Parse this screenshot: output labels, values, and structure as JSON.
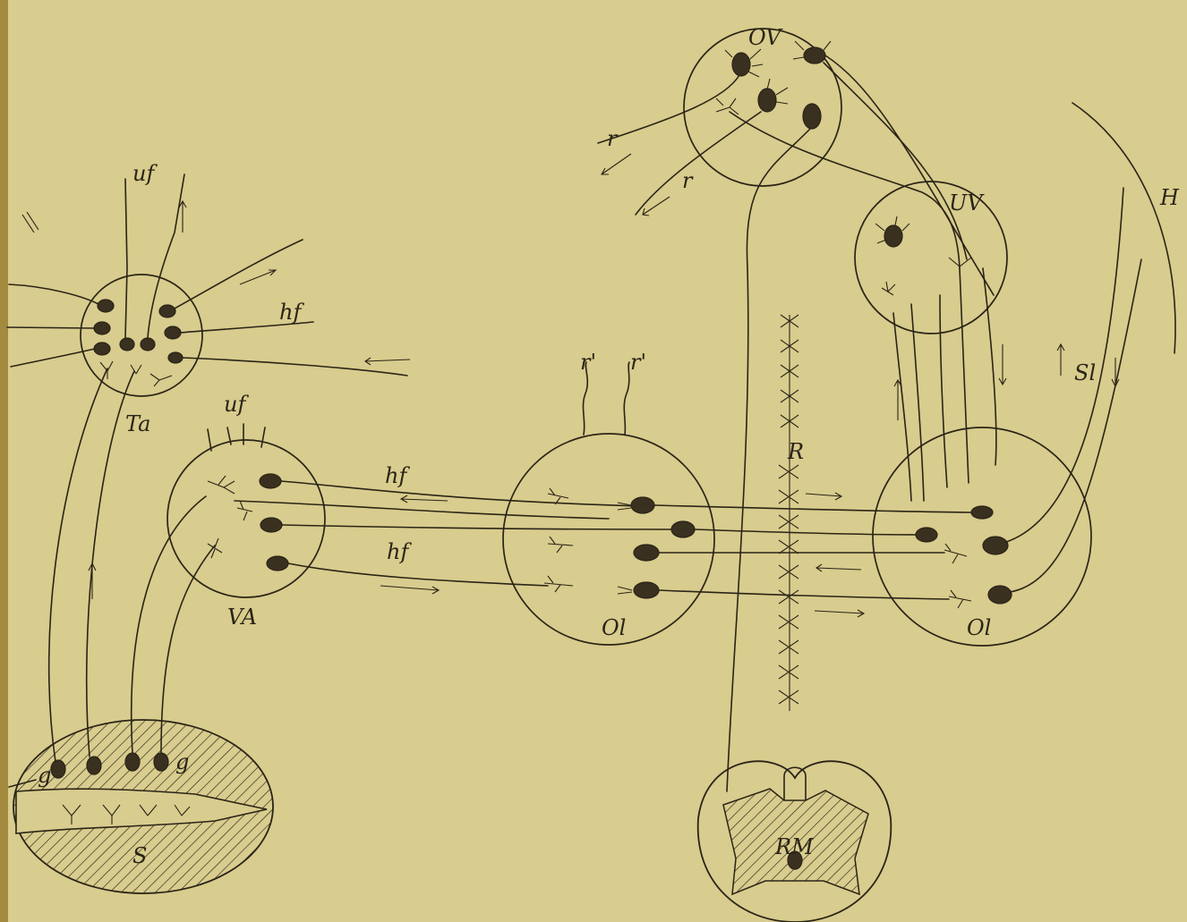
{
  "labels": {
    "uf_top": "uf",
    "hf_top": "hf",
    "ta": "Ta",
    "uf_va": "uf",
    "va": "VA",
    "hf_upper": "hf",
    "hf_lower": "hf",
    "r1": "r'",
    "r2": "r'",
    "ol_left": "Ol",
    "ol_right": "Ol",
    "r_center": "R",
    "ov": "OV",
    "r_top1": "r",
    "r_top2": "r",
    "uv": "UV",
    "h": "H",
    "sl": "Sl",
    "rm": "RM",
    "s": "S",
    "g1": "g",
    "g2": "g"
  },
  "colors": {
    "paper": "#d8cc8e",
    "ink": "#2a2416",
    "edge": "#a48a3e"
  }
}
